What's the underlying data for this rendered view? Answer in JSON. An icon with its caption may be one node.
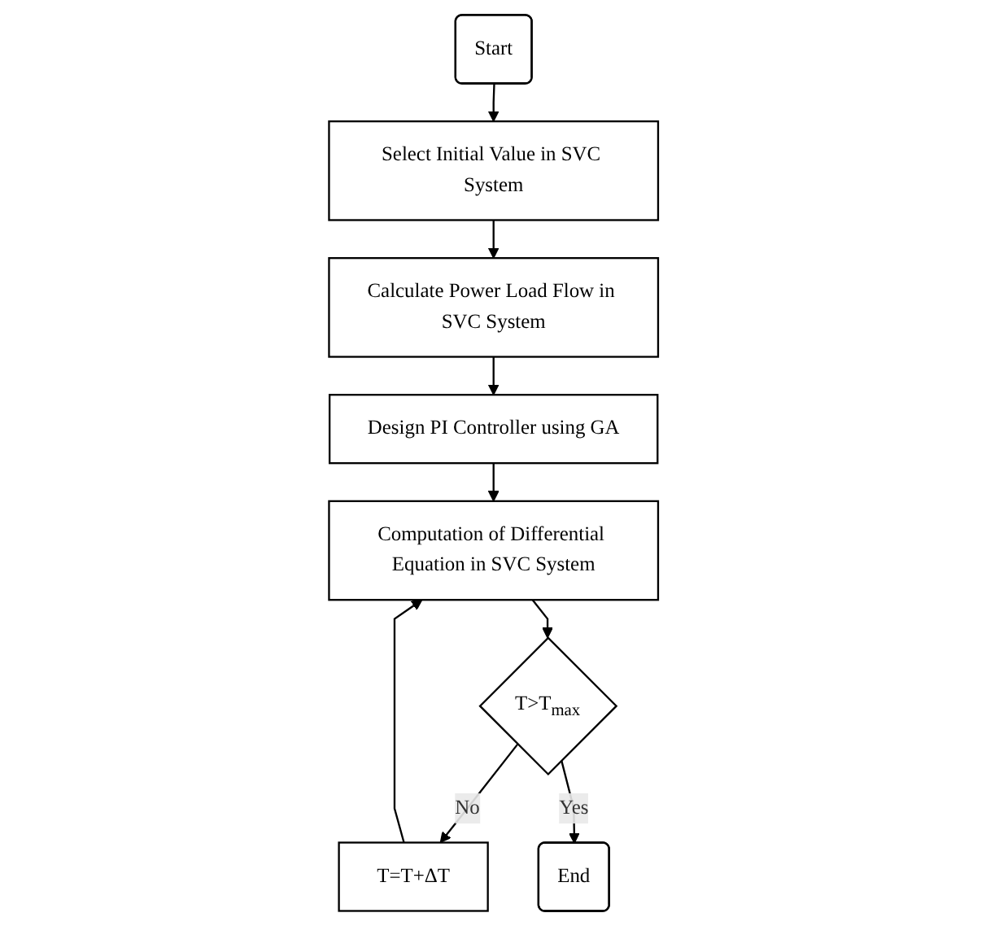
{
  "diagram": {
    "nodes": [
      {
        "text": [
          "Start"
        ]
      },
      {
        "text": [
          "Select Initial Value in SVC System"
        ]
      },
      {
        "text": [
          "Calculate Power Load Flow in SVC System"
        ]
      },
      {
        "text": [
          "Design PI Controller using GA"
        ]
      },
      {
        "text": [
          "Computation of Differential Equation in SVC System"
        ]
      },
      {
        "text": [
          "T>T$_{max}$"
        ]
      },
      {
        "text": [
          "T=T+ΔT"
        ]
      },
      {
        "text": [
          "End"
        ]
      }
    ],
    "edges": [
      {
        "from": 0,
        "to": 1,
        "arrow": "to"
      },
      {
        "from": 1,
        "to": 2,
        "arrow": "to"
      },
      {
        "from": 2,
        "to": 3,
        "arrow": "to"
      },
      {
        "from": 3,
        "to": 4,
        "arrow": "to"
      },
      {
        "from": 4,
        "to": 5,
        "arrow": "to"
      },
      {
        "from": 5,
        "to": 6,
        "arrow": "to",
        "label": "No"
      },
      {
        "from": 6,
        "to": 4,
        "arrow": "to"
      },
      {
        "from": 5,
        "to": 7,
        "arrow": "to",
        "label": "Yes"
      }
    ]
  }
}
